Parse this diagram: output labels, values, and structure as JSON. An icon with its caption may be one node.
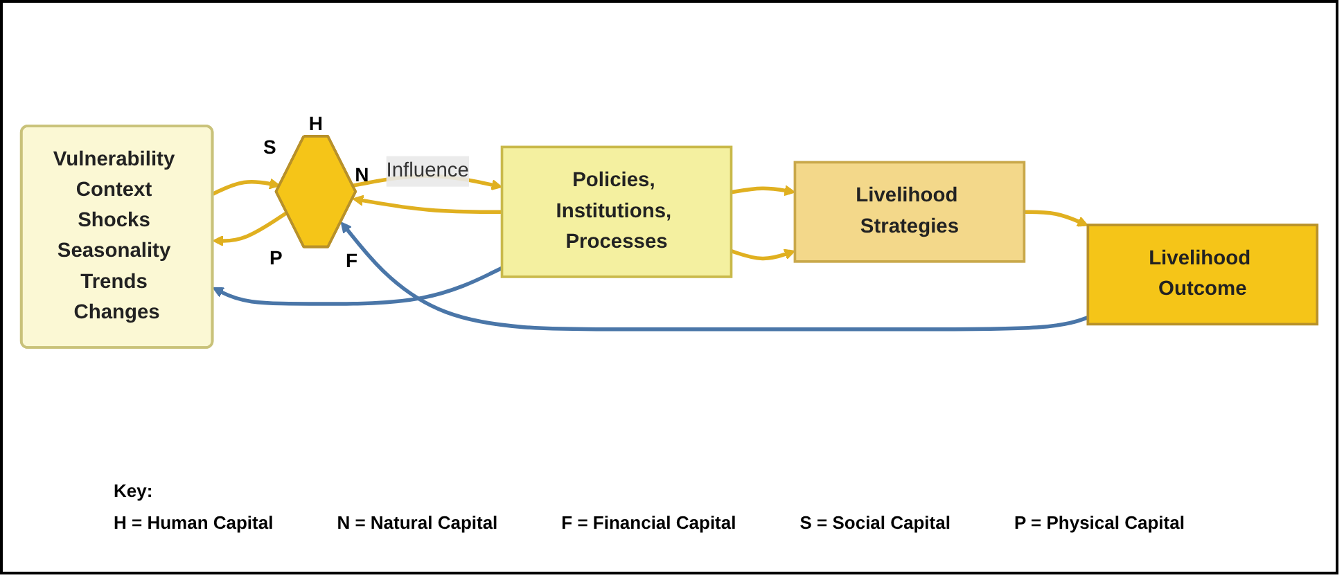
{
  "diagram": {
    "nodes": [
      {
        "text": [
          "Vulnerability Context Shocks Seasonality Trends Changes"
        ]
      },
      {
        "text": [],
        "shape": "pentagon",
        "beside": [
          "H",
          "S",
          "N",
          "P",
          "F"
        ]
      },
      {
        "text": [
          "Policies, Institutions, Processes"
        ]
      },
      {
        "text": [
          "Livelihood Strategies"
        ]
      },
      {
        "text": [
          "Livelihood Outcome"
        ]
      }
    ],
    "edges": [
      {
        "from": 0,
        "to": 1,
        "arrow": "to"
      },
      {
        "from": 1,
        "to": 0,
        "arrow": "to"
      },
      {
        "from": 1,
        "to": 2,
        "arrow": "to",
        "label": "Influence"
      },
      {
        "from": 2,
        "to": 1,
        "arrow": "to"
      },
      {
        "from": 2,
        "to": 3,
        "arrow": "to"
      },
      {
        "from": 2,
        "to": 3,
        "arrow": "to"
      },
      {
        "from": 3,
        "to": 4,
        "arrow": "to"
      },
      {
        "from": 2,
        "to": 0,
        "arrow": "to",
        "color": "#4a76a8"
      },
      {
        "from": 4,
        "to": 1,
        "arrow": "to",
        "color": "#4a76a8"
      }
    ],
    "labels": [
      "Key:",
      "H = Human Capital",
      "N = Natural Capital",
      "F = Financial Capital",
      "S = Social Capital",
      "P = Physical Capital"
    ]
  }
}
